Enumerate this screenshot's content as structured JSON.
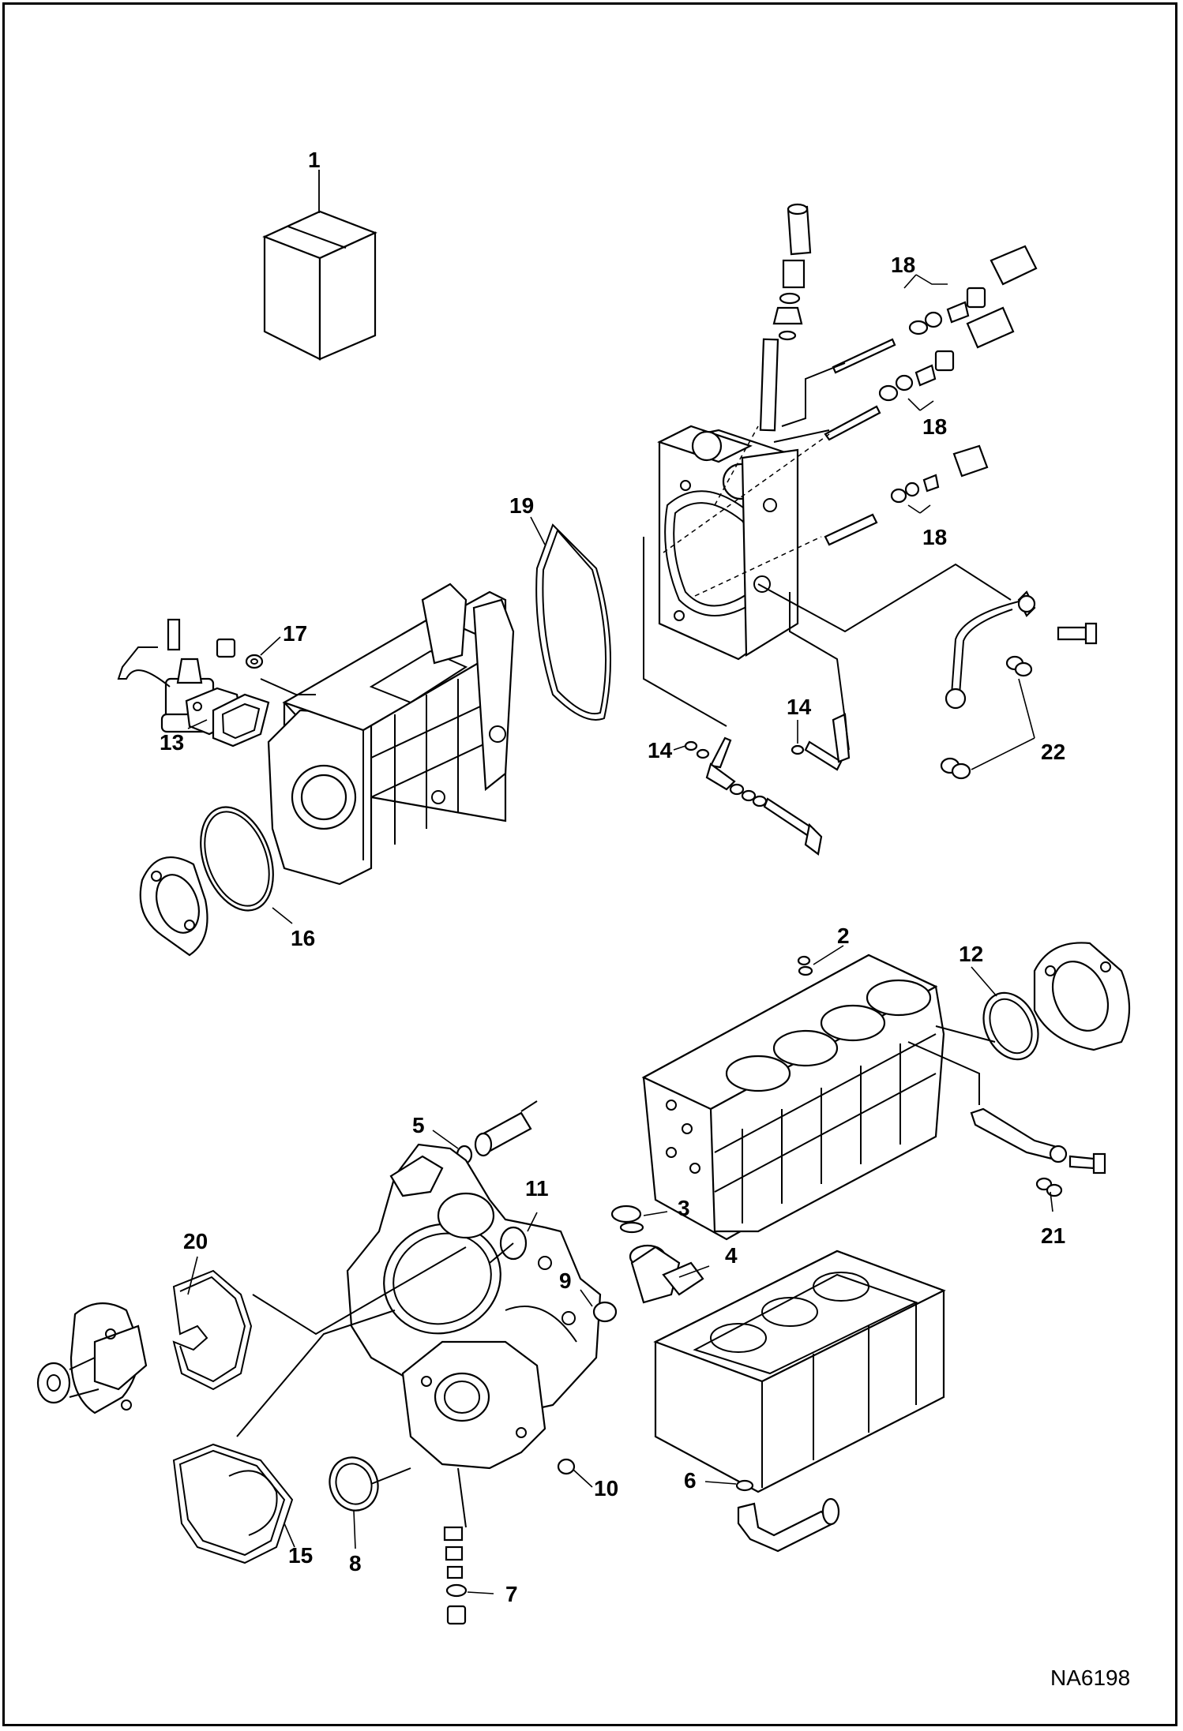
{
  "drawing_code": "NA6198",
  "callouts": [
    "1",
    "2",
    "3",
    "4",
    "5",
    "6",
    "7",
    "8",
    "9",
    "10",
    "11",
    "12",
    "13",
    "14",
    "14",
    "15",
    "16",
    "17",
    "18",
    "18",
    "18",
    "19",
    "20",
    "21",
    "22"
  ]
}
